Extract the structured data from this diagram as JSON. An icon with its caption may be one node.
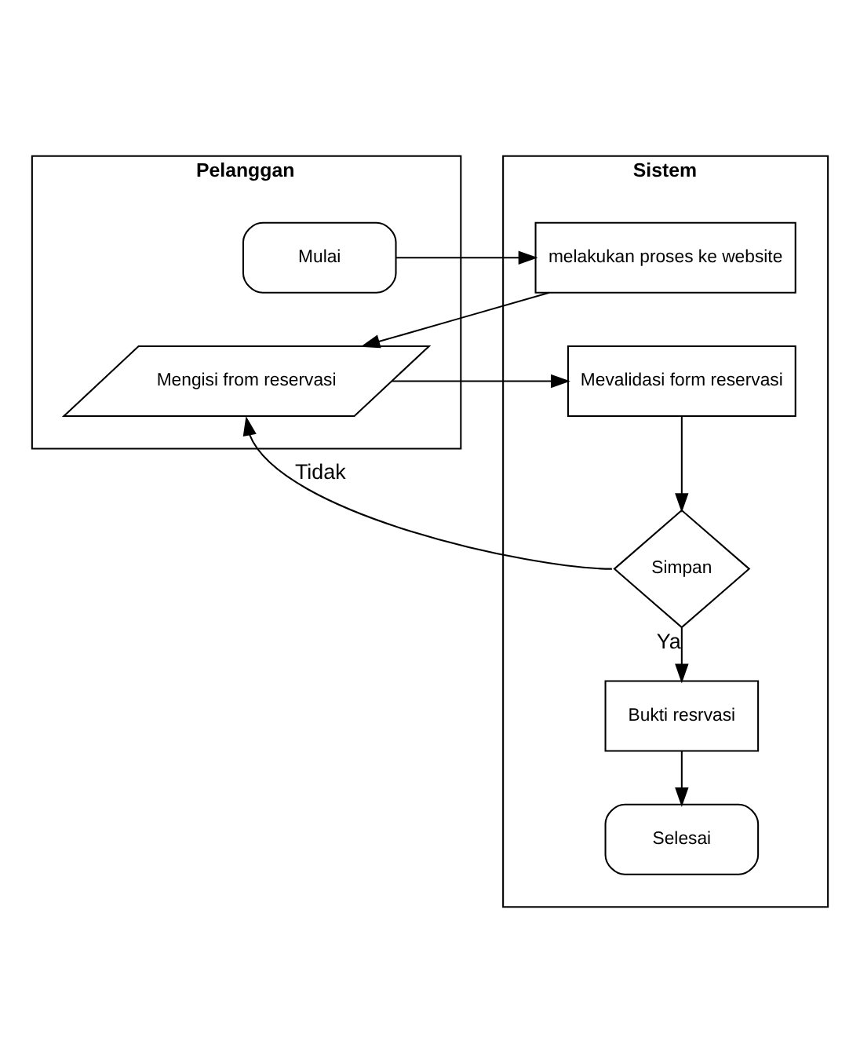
{
  "diagram": {
    "nodes": [
      {
        "text": [
          "Pelanggan"
        ]
      },
      {
        "text": [
          "Sistem"
        ]
      },
      {
        "text": [
          "Mulai"
        ],
        "in": 0
      },
      {
        "text": [
          "melakukan proses ke website"
        ],
        "in": 1
      },
      {
        "text": [
          "Mengisi from reservasi"
        ],
        "in": 0
      },
      {
        "text": [
          "Mevalidasi form reservasi"
        ],
        "in": 1
      },
      {
        "text": [
          "Simpan"
        ],
        "in": 1
      },
      {
        "text": [
          "Bukti resrvasi"
        ],
        "in": 1
      },
      {
        "text": [
          "Selesai"
        ],
        "in": 1
      }
    ],
    "edges": [
      {
        "from": 2,
        "to": 3,
        "arrow": "to"
      },
      {
        "from": 3,
        "to": 4,
        "arrow": "to"
      },
      {
        "from": 4,
        "to": 5,
        "arrow": "to"
      },
      {
        "from": 5,
        "to": 6,
        "arrow": "to"
      },
      {
        "from": 6,
        "to": 4,
        "arrow": "to",
        "label": "Tidak"
      },
      {
        "from": 6,
        "to": 7,
        "arrow": "to",
        "label": "Ya"
      },
      {
        "from": 7,
        "to": 8,
        "arrow": "to"
      }
    ]
  }
}
